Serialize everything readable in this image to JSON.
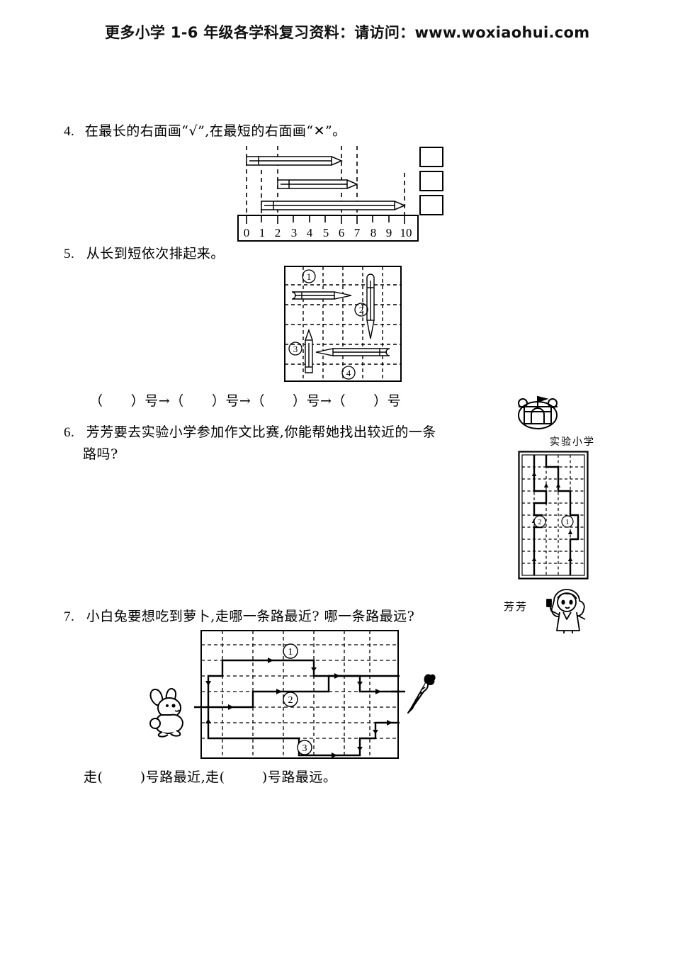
{
  "header": {
    "text": "更多小学 1-6 年级各学科复习资料：请访问：www.woxiaohui.com"
  },
  "questions": [
    {
      "number": "4.",
      "text": "在最长的右面画“√”,在最短的右面画“✕”。",
      "figure": {
        "type": "ruler-pencils",
        "ruler_ticks": [
          "0",
          "1",
          "2",
          "3",
          "4",
          "5",
          "6",
          "7",
          "8",
          "9",
          "10"
        ],
        "pencils": [
          {
            "start": 0,
            "end": 6
          },
          {
            "start": 2,
            "end": 7
          },
          {
            "start": 1,
            "end": 10
          }
        ],
        "answer_boxes": 3
      }
    },
    {
      "number": "5.",
      "text": "从长到短依次排起来。",
      "figure": {
        "type": "grid-pencils",
        "labels": [
          "①",
          "②",
          "③",
          "④"
        ]
      },
      "answer_line": "（      ）号→（      ）号→（      ）号→（      ）号"
    },
    {
      "number": "6.",
      "text_line1": "芳芳要去实验小学参加作文比赛,你能帮她找出较近的一条",
      "text_line2": "路吗?",
      "school_label": "实验小学",
      "person_label": "芳芳",
      "figure": {
        "type": "route-map",
        "labels": [
          "①",
          "②"
        ]
      }
    },
    {
      "number": "7.",
      "text": "小白兔要想吃到萝卜,走哪一条路最近? 哪一条路最远?",
      "figure": {
        "type": "route-maze",
        "labels": [
          "①",
          "②",
          "③"
        ]
      },
      "answer_line": "走(        )号路最近,走(        )号路最远。"
    }
  ],
  "icons": {
    "school": "school-building-icon",
    "girl": "girl-character-icon",
    "rabbit": "rabbit-character-icon",
    "carrot": "carrot-icon"
  },
  "colors": {
    "ink": "#000000",
    "paper": "#ffffff"
  }
}
